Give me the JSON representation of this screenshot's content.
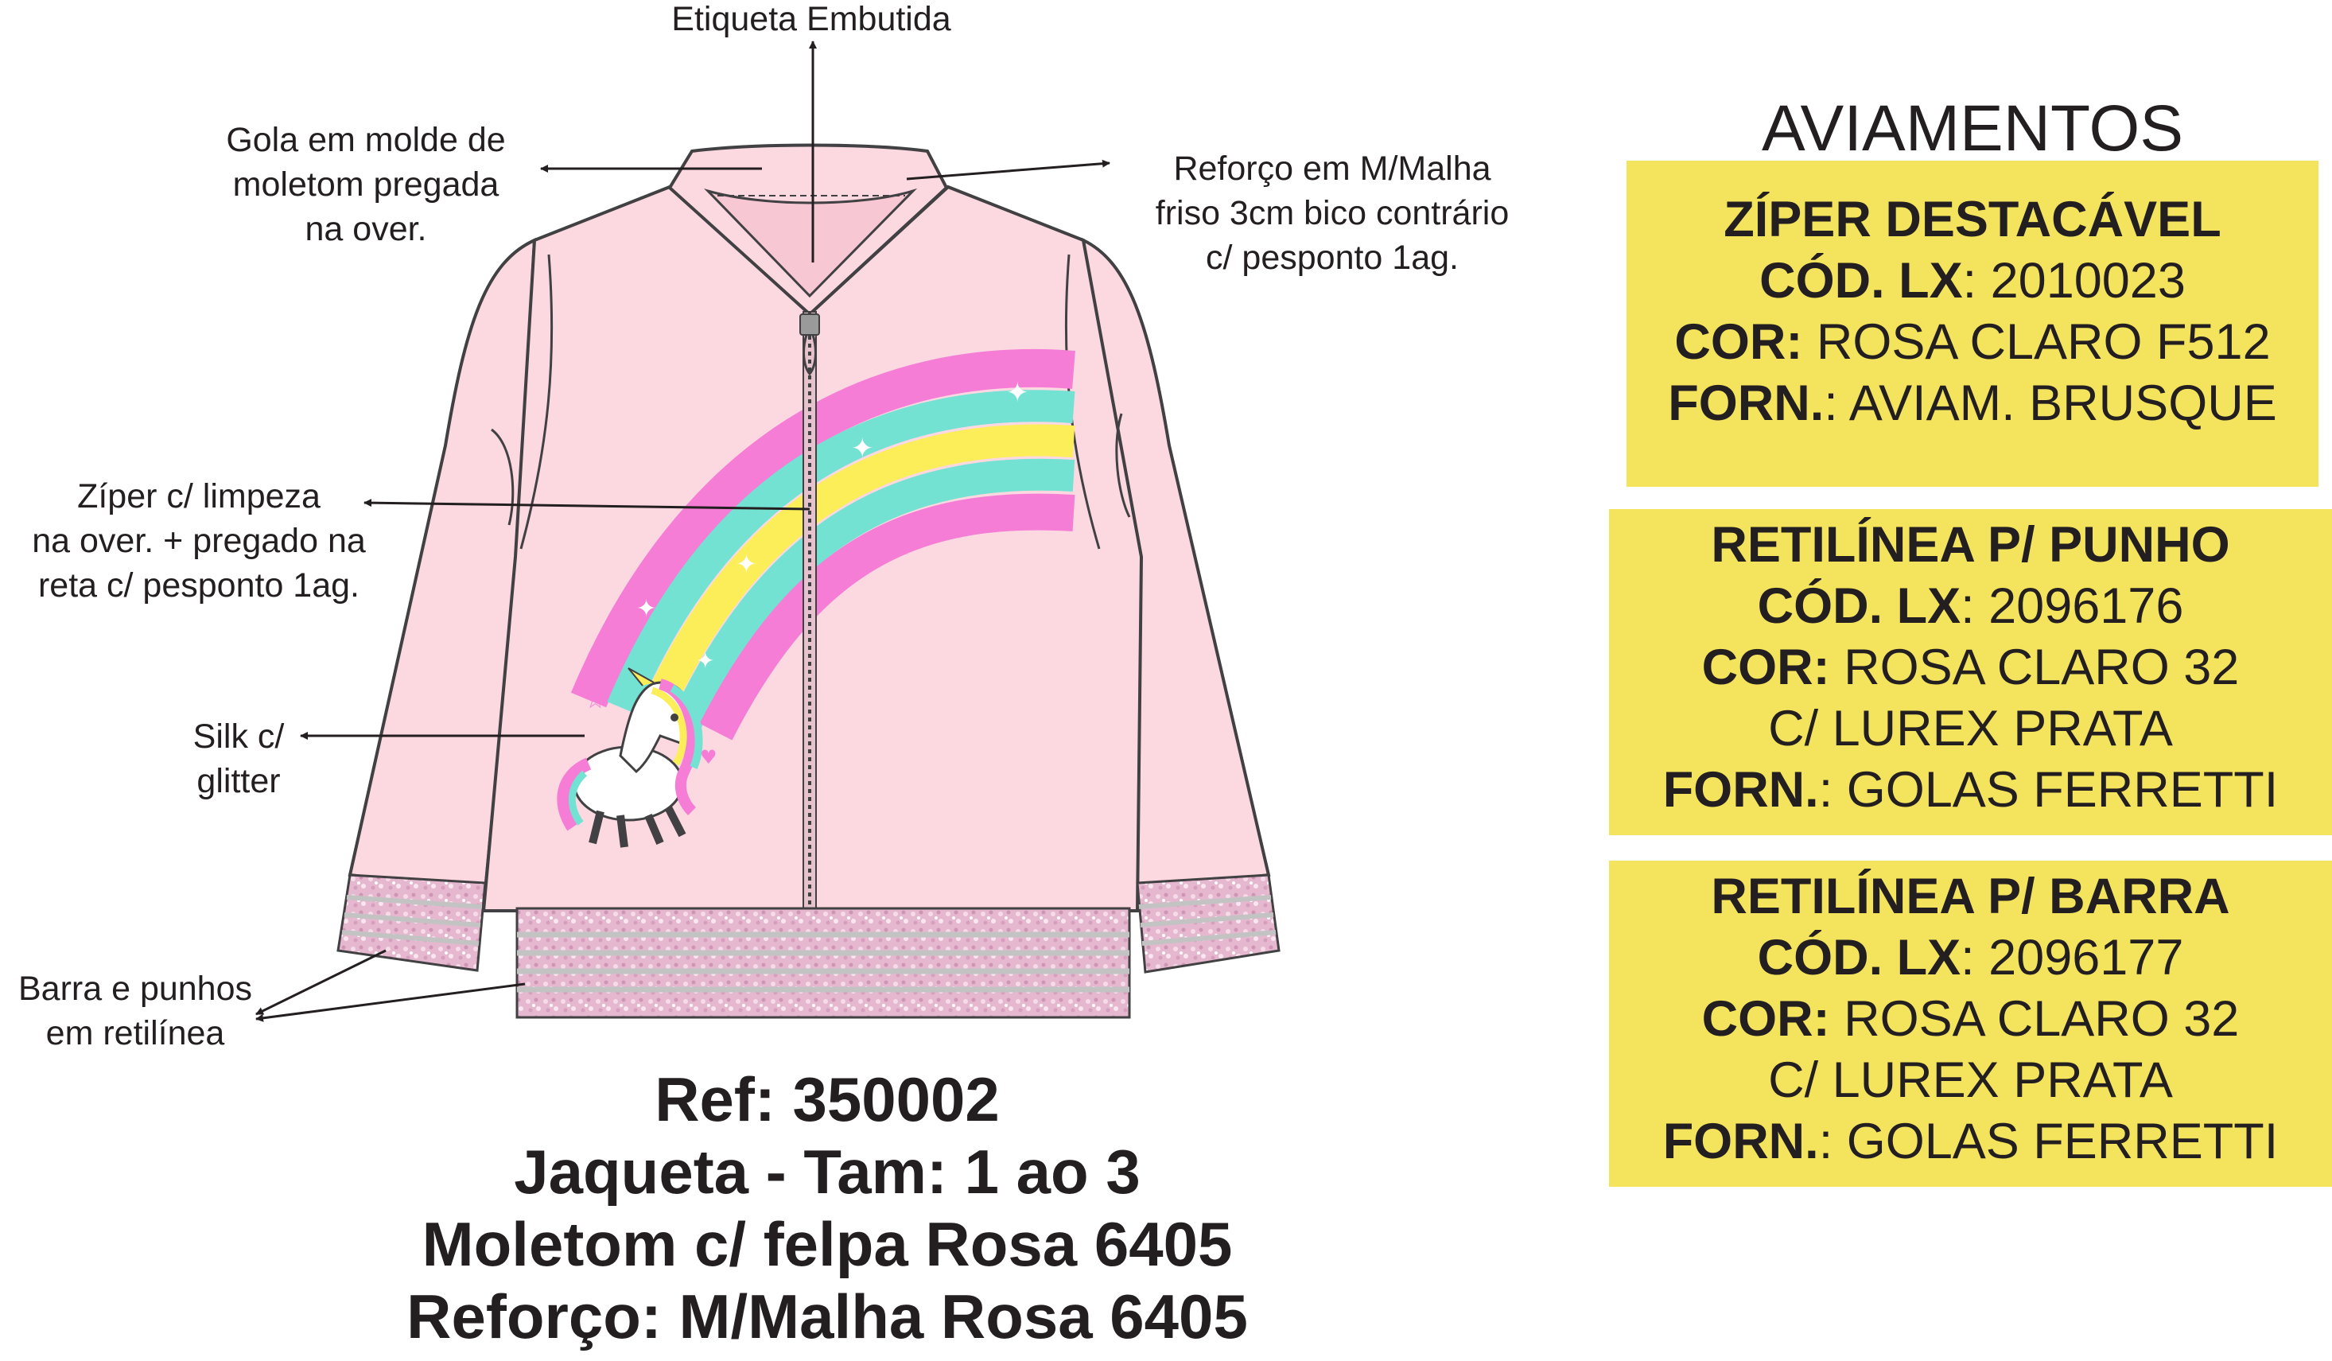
{
  "callouts": {
    "etiqueta": [
      "Etiqueta Embutida"
    ],
    "gola": [
      "Gola em molde de",
      "moletom pregada",
      "na over."
    ],
    "reforco": [
      "Reforço em M/Malha",
      "friso 3cm bico contrário",
      "c/ pesponto 1ag."
    ],
    "ziper": [
      "Zíper c/ limpeza",
      "na over. + pregado na",
      "reta c/ pesponto 1ag."
    ],
    "silk": [
      "Silk c/",
      "glitter"
    ],
    "barra": [
      "Barra e punhos",
      "em retilínea"
    ]
  },
  "reference": {
    "line1": "Ref: 350002",
    "line2": "Jaqueta - Tam: 1 ao 3",
    "line3": "Moletom c/ felpa Rosa 6405",
    "line4": "Reforço: M/Malha Rosa 6405"
  },
  "aviamentos": {
    "title": "AVIAMENTOS",
    "cards": [
      {
        "heading": "ZÍPER DESTACÁVEL",
        "cod_label": "CÓD. LX",
        "cod_value": ": 2010023",
        "cor_label": "COR:",
        "cor_value": " ROSA CLARO F512",
        "cor_extra": "",
        "forn_label": "FORN.",
        "forn_value": ": AVIAM. BRUSQUE"
      },
      {
        "heading": "RETILÍNEA P/ PUNHO",
        "cod_label": "CÓD. LX",
        "cod_value": ": 2096176",
        "cor_label": "COR:",
        "cor_value": " ROSA CLARO 32",
        "cor_extra": "C/ LUREX PRATA",
        "forn_label": "FORN.",
        "forn_value": ": GOLAS FERRETTI"
      },
      {
        "heading": "RETILÍNEA P/ BARRA",
        "cod_label": "CÓD. LX",
        "cod_value": ": 2096177",
        "cor_label": "COR:",
        "cor_value": " ROSA CLARO 32",
        "cor_extra": "C/ LUREX PRATA",
        "forn_label": "FORN.",
        "forn_value": ": GOLAS FERRETTI"
      }
    ]
  },
  "colors": {
    "jacket": "#fcd8e0",
    "rib": "#e8b6cd",
    "stripe": "#c3c3c3",
    "rainbow_pink": "#f57dd6",
    "rainbow_aqua": "#74e2d2",
    "rainbow_yellow": "#fcee58",
    "card": "#f4e35c",
    "outline": "#414042"
  }
}
